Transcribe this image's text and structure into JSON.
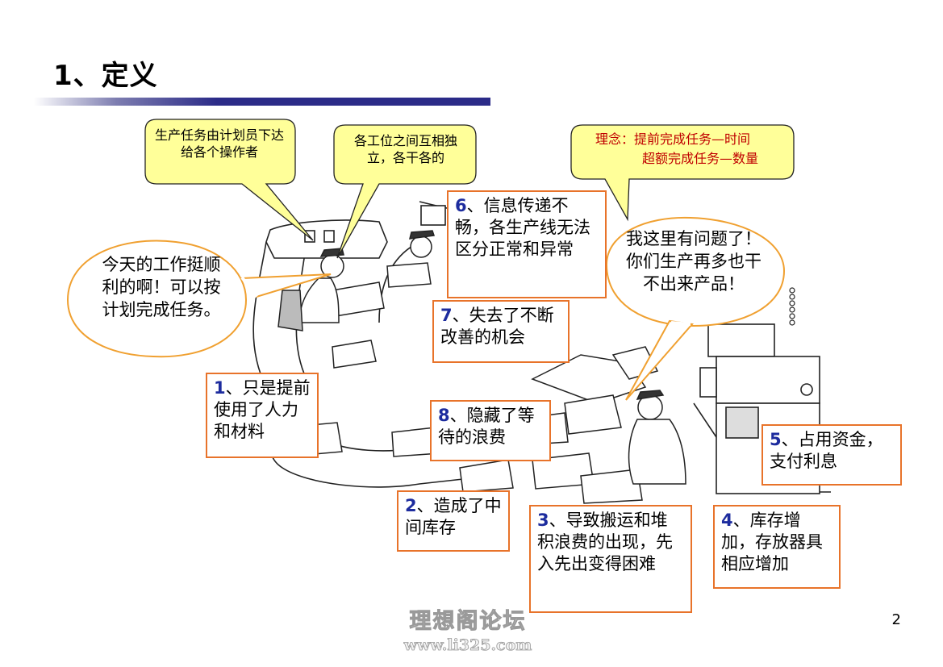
{
  "slide": {
    "title": "1、定义",
    "page_number": "2"
  },
  "speech": {
    "planner": "生产任务由计划员下达给各个操作者",
    "independent": "各工位之间互相独立，各干各的",
    "concept_line1": "理念：提前完成任务—时间",
    "concept_line2": "超额完成任务—数量",
    "worker_happy": "今天的工作挺顺利的啊！可以按计划完成任务。",
    "worker_problem": "我这里有问题了！你们生产再多也干不出来产品！"
  },
  "boxes": {
    "b1_num": "1",
    "b1_text": "、只是提前使用了人力和材料",
    "b2_num": "2",
    "b2_text": "、造成了中间库存",
    "b3_num": "3",
    "b3_text": "、导致搬运和堆积浪费的出现，先入先出变得困难",
    "b4_num": "4",
    "b4_text": "、库存增加，存放器具相应增加",
    "b5_num": "5",
    "b5_text": "、占用资金，支付利息",
    "b6_num": "6",
    "b6_text": "、信息传递不畅，各生产线无法区分正常和异常",
    "b7_num": "7",
    "b7_text": "、失去了不断改善的机会",
    "b8_num": "8",
    "b8_text": "、隐藏了等待的浪费"
  },
  "watermark": {
    "line1": "理想阁论坛",
    "line2": "www.li325.com"
  },
  "colors": {
    "callout_fill": "#ffff99",
    "oval_stroke": "#f0a030",
    "box_border": "#e8732a",
    "number_blue": "#1d2c9e",
    "concept_red": "#c00000",
    "title_bar": "#2b2b88"
  }
}
